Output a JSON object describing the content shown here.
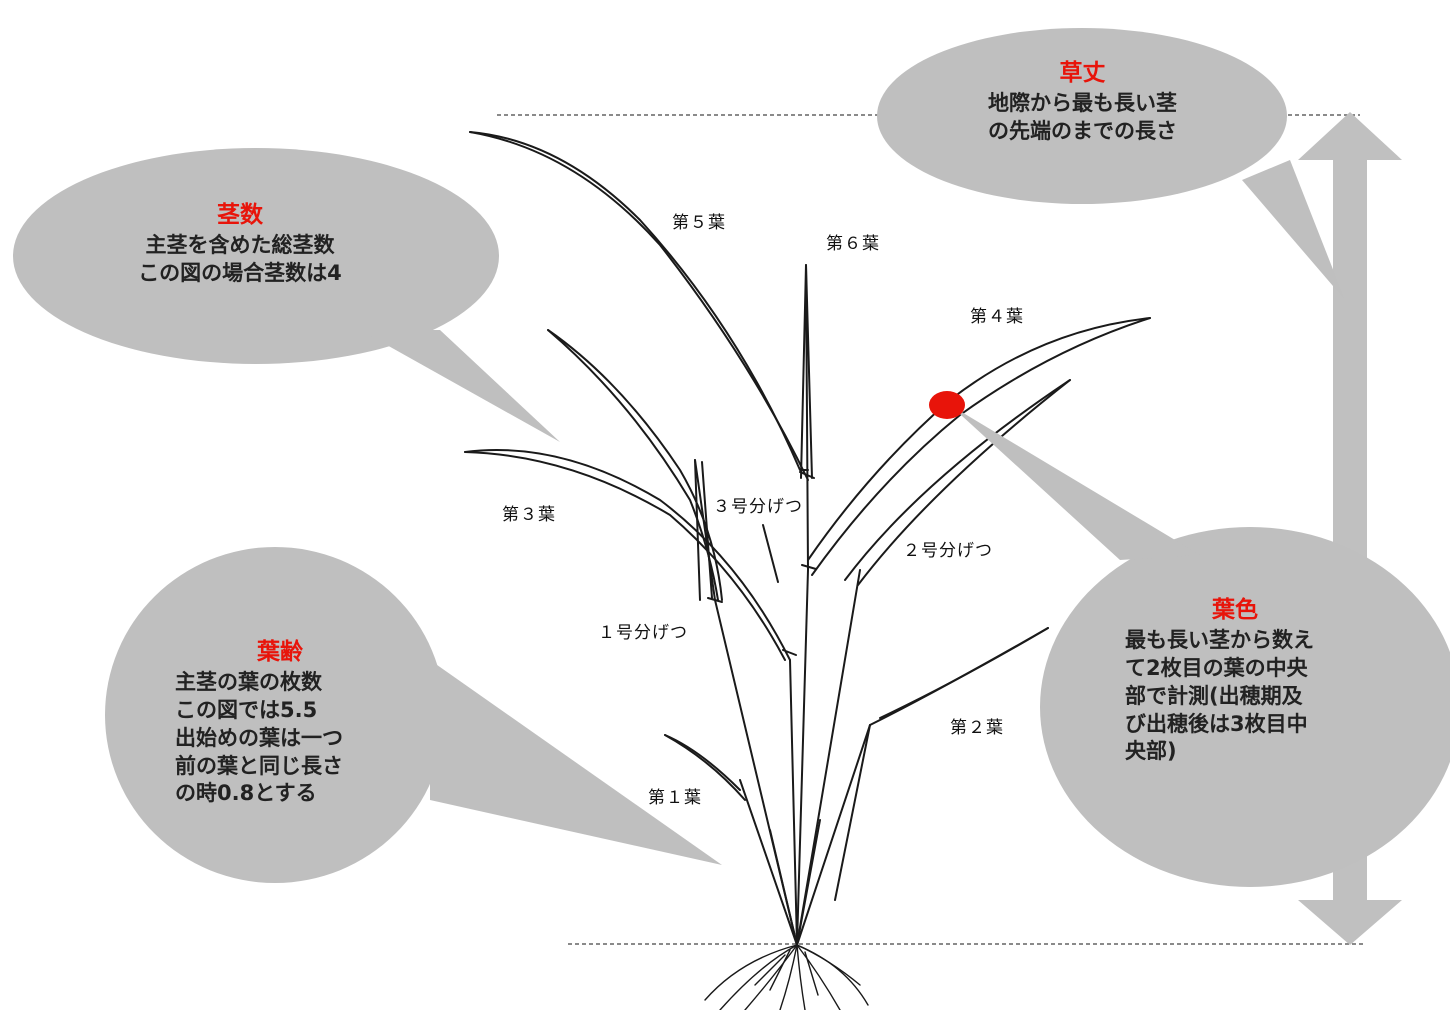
{
  "callouts": {
    "plant_height": {
      "title": "草丈",
      "lines": [
        "地際から最も長い茎",
        "の先端のまでの長さ"
      ]
    },
    "stem_count": {
      "title": "茎数",
      "lines": [
        "主茎を含めた総茎数",
        "この図の場合茎数は4"
      ]
    },
    "leaf_age": {
      "title": "葉齢",
      "lines": [
        "主茎の葉の枚数",
        "この図では5.5",
        "出始めの葉は一つ",
        "前の葉と同じ長さ",
        "の時0.8とする"
      ]
    },
    "leaf_color": {
      "title": "葉色",
      "lines": [
        "最も長い茎から数え",
        "て2枚目の葉の中央",
        "部で計測(出穂期及",
        "び出穂後は3枚目中",
        "央部)"
      ]
    }
  },
  "labels": {
    "leaf1": "第１葉",
    "leaf2": "第２葉",
    "leaf3": "第３葉",
    "leaf4": "第４葉",
    "leaf5": "第５葉",
    "leaf6": "第６葉",
    "tiller1": "１号分げつ",
    "tiller2": "２号分げつ",
    "tiller3": "３号分げつ"
  },
  "colors": {
    "bubble": "#bfbfbf",
    "title_red": "#e8140a",
    "marker": "#e8140a",
    "arrow": "#c0c0c0"
  }
}
